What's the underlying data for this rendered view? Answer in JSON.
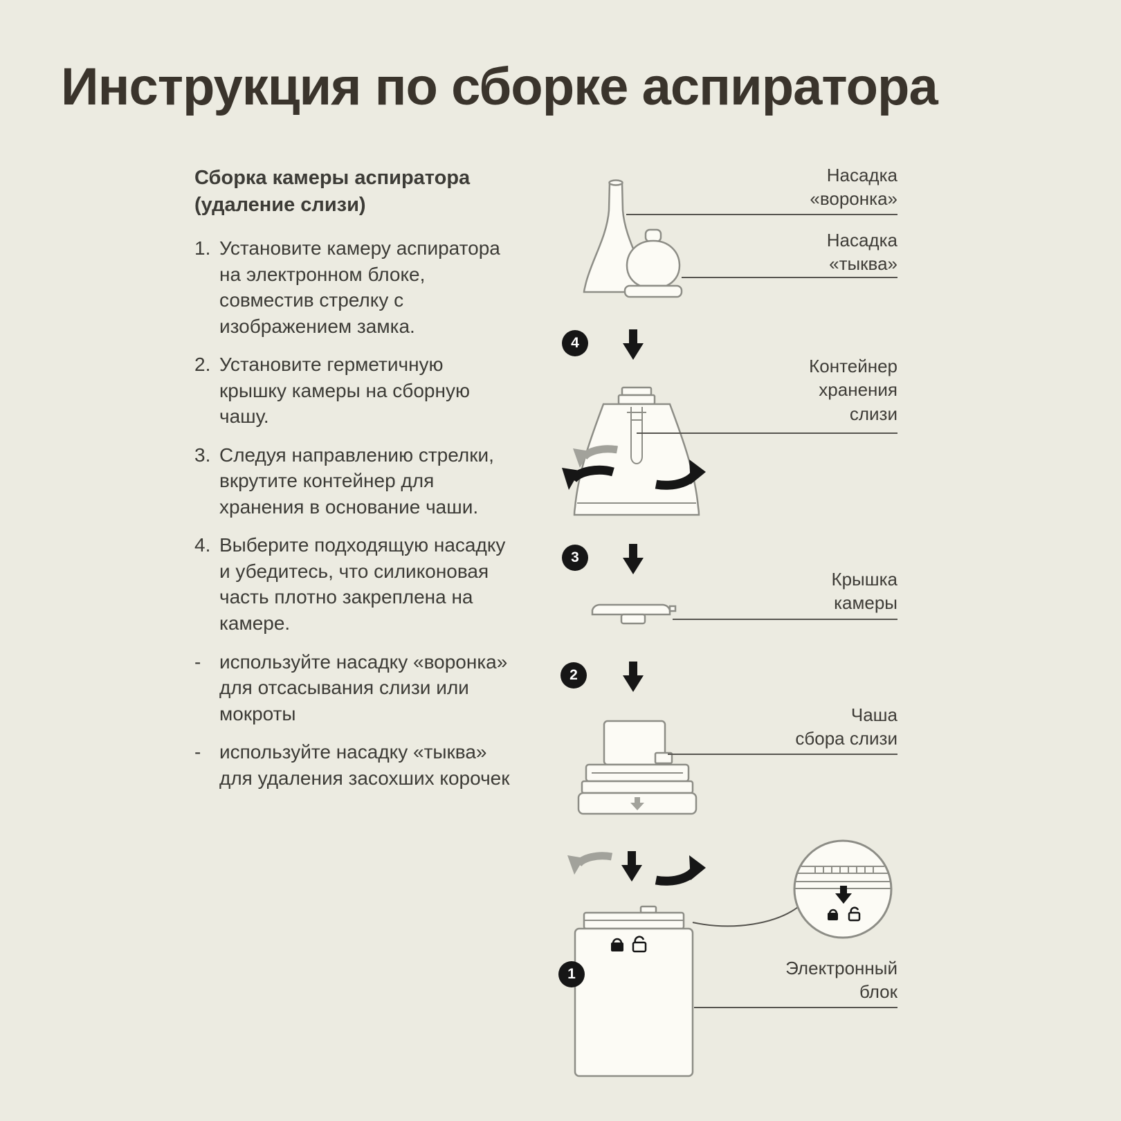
{
  "title": "Инструкция по сборке аспиратора",
  "colors": {
    "background": "#ECEBE1",
    "ink": "#161616",
    "outline_gray": "#8D8D86",
    "arrow_gray": "#A2A29B"
  },
  "instructions": {
    "heading": "Сборка камеры аспиратора\n(удаление слизи)",
    "items": [
      {
        "marker": "1.",
        "text": "Установите камеру аспиратора на электронном блоке, совместив стрелку с изображением замка."
      },
      {
        "marker": "2.",
        "text": "Установите герметичную крышку камеры на сборную чашу."
      },
      {
        "marker": "3.",
        "text": "Следуя направлению стрелки, вкрутите контейнер для хранения в основание чаши."
      },
      {
        "marker": "4.",
        "text": "Выберите подходящую насадку и убедитесь, что силиконовая часть плотно закреплена на камере."
      },
      {
        "marker": "-",
        "text": "используйте насадку «воронка» для отсасывания слизи или мокроты"
      },
      {
        "marker": "-",
        "text": "используйте насадку «тыква» для удаления засохших корочек"
      }
    ]
  },
  "diagram": {
    "labels": {
      "funnel": "Насадка\n«воронка»",
      "pumpkin": "Насадка\n«тыква»",
      "container": "Контейнер\nхранения\nслизи",
      "lid": "Крышка\nкамеры",
      "cup": "Чаша\nсбора слизи",
      "unit": "Электронный\nблок"
    },
    "steps": {
      "s1": "1",
      "s2": "2",
      "s3": "3",
      "s4": "4"
    }
  }
}
